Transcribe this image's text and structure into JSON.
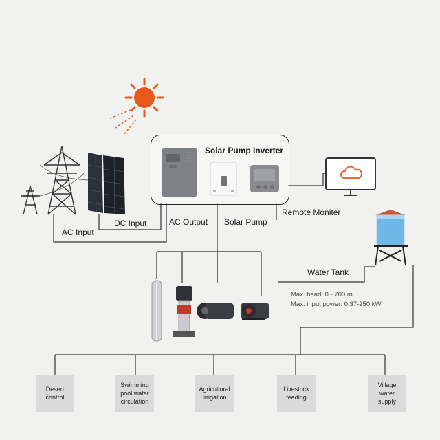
{
  "inverter": {
    "title": "Solar Pump Inverter"
  },
  "labels": {
    "dc_input": "DC Input",
    "ac_input": "AC Input",
    "ac_output": "AC Output",
    "solar_pump": "Solar Pump",
    "remote_monitor": "Remote Moniter",
    "water_tank": "Water Tank"
  },
  "specs": {
    "max_head": "Max. head: 0 - 700 m",
    "max_input_power": "Max. input power: 0.37-250 kW"
  },
  "applications": [
    {
      "label": "Desert\ncontrol"
    },
    {
      "label": "Swimming\npool water\ncirculation"
    },
    {
      "label": "Agricultural\nIrrigation"
    },
    {
      "label": "Livestock\nfeeding"
    },
    {
      "label": "Village\nwater\nsupply"
    }
  ],
  "colors": {
    "sun": "#e85a1c",
    "line": "#222222",
    "app_box": "#dadada",
    "water": "#6fb7e6",
    "monitor_cloud": "#e8552b"
  },
  "icons": [
    "sun-icon",
    "power-tower-icon",
    "solar-panel-icon",
    "inverter-icon",
    "monitor-cloud-icon",
    "water-tank-icon",
    "pump-icon"
  ]
}
